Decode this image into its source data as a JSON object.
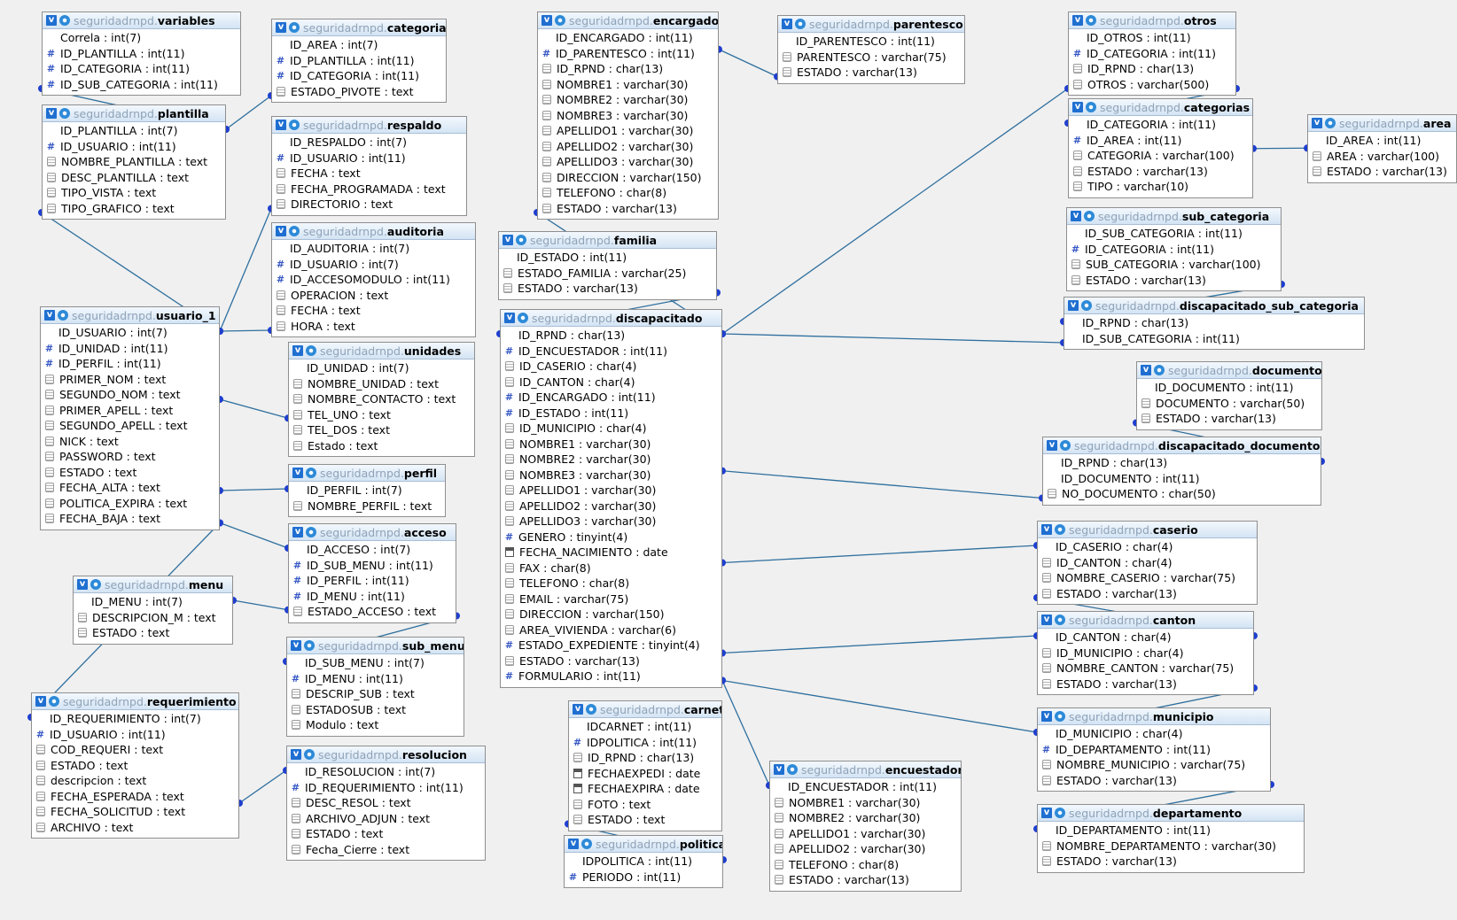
{
  "schema": "seguridadrnpd",
  "tables": [
    {
      "name": "variables",
      "fields": [
        {
          "icon": "pk",
          "text": "Correla : int(7)"
        },
        {
          "icon": "index",
          "text": "ID_PLANTILLA : int(11)"
        },
        {
          "icon": "index",
          "text": "ID_CATEGORIA : int(11)"
        },
        {
          "icon": "index",
          "text": "ID_SUB_CATEGORIA : int(11)"
        }
      ]
    },
    {
      "name": "plantilla",
      "fields": [
        {
          "icon": "pk",
          "text": "ID_PLANTILLA : int(7)"
        },
        {
          "icon": "index",
          "text": "ID_USUARIO : int(11)"
        },
        {
          "icon": "column",
          "text": "NOMBRE_PLANTILLA : text"
        },
        {
          "icon": "column",
          "text": "DESC_PLANTILLA : text"
        },
        {
          "icon": "column",
          "text": "TIPO_VISTA : text"
        },
        {
          "icon": "column",
          "text": "TIPO_GRAFICO : text"
        }
      ]
    },
    {
      "name": "categoria",
      "fields": [
        {
          "icon": "pk",
          "text": "ID_AREA : int(7)"
        },
        {
          "icon": "index",
          "text": "ID_PLANTILLA : int(11)"
        },
        {
          "icon": "index",
          "text": "ID_CATEGORIA : int(11)"
        },
        {
          "icon": "column",
          "text": "ESTADO_PIVOTE : text"
        }
      ]
    },
    {
      "name": "respaldo",
      "fields": [
        {
          "icon": "pk",
          "text": "ID_RESPALDO : int(7)"
        },
        {
          "icon": "index",
          "text": "ID_USUARIO : int(11)"
        },
        {
          "icon": "column",
          "text": "FECHA : text"
        },
        {
          "icon": "column",
          "text": "FECHA_PROGRAMADA : text"
        },
        {
          "icon": "column",
          "text": "DIRECTORIO : text"
        }
      ]
    },
    {
      "name": "auditoria",
      "fields": [
        {
          "icon": "pk",
          "text": "ID_AUDITORIA : int(7)"
        },
        {
          "icon": "index",
          "text": "ID_USUARIO : int(7)"
        },
        {
          "icon": "index",
          "text": "ID_ACCESOMODULO : int(11)"
        },
        {
          "icon": "column",
          "text": "OPERACION : text"
        },
        {
          "icon": "column",
          "text": "FECHA : text"
        },
        {
          "icon": "column",
          "text": "HORA : text"
        }
      ]
    },
    {
      "name": "usuario_1",
      "fields": [
        {
          "icon": "pk",
          "text": "ID_USUARIO : int(7)"
        },
        {
          "icon": "index",
          "text": "ID_UNIDAD : int(11)"
        },
        {
          "icon": "index",
          "text": "ID_PERFIL : int(11)"
        },
        {
          "icon": "column",
          "text": "PRIMER_NOM : text"
        },
        {
          "icon": "column",
          "text": "SEGUNDO_NOM : text"
        },
        {
          "icon": "column",
          "text": "PRIMER_APELL : text"
        },
        {
          "icon": "column",
          "text": "SEGUNDO_APELL : text"
        },
        {
          "icon": "column",
          "text": "NICK : text"
        },
        {
          "icon": "column",
          "text": "PASSWORD : text"
        },
        {
          "icon": "column",
          "text": "ESTADO : text"
        },
        {
          "icon": "column",
          "text": "FECHA_ALTA : text"
        },
        {
          "icon": "column",
          "text": "POLITICA_EXPIRA : text"
        },
        {
          "icon": "column",
          "text": "FECHA_BAJA : text"
        }
      ]
    },
    {
      "name": "unidades",
      "fields": [
        {
          "icon": "pk",
          "text": "ID_UNIDAD : int(7)"
        },
        {
          "icon": "column",
          "text": "NOMBRE_UNIDAD : text"
        },
        {
          "icon": "column",
          "text": "NOMBRE_CONTACTO : text"
        },
        {
          "icon": "column",
          "text": "TEL_UNO : text"
        },
        {
          "icon": "column",
          "text": "TEL_DOS : text"
        },
        {
          "icon": "column",
          "text": "Estado : text"
        }
      ]
    },
    {
      "name": "perfil",
      "fields": [
        {
          "icon": "pk",
          "text": "ID_PERFIL : int(7)"
        },
        {
          "icon": "column",
          "text": "NOMBRE_PERFIL : text"
        }
      ]
    },
    {
      "name": "acceso",
      "fields": [
        {
          "icon": "pk",
          "text": "ID_ACCESO : int(7)"
        },
        {
          "icon": "index",
          "text": "ID_SUB_MENU : int(11)"
        },
        {
          "icon": "index",
          "text": "ID_PERFIL : int(11)"
        },
        {
          "icon": "index",
          "text": "ID_MENU : int(11)"
        },
        {
          "icon": "column",
          "text": "ESTADO_ACCESO : text"
        }
      ]
    },
    {
      "name": "menu",
      "fields": [
        {
          "icon": "pk",
          "text": "ID_MENU : int(7)"
        },
        {
          "icon": "column",
          "text": "DESCRIPCION_M : text"
        },
        {
          "icon": "column",
          "text": "ESTADO : text"
        }
      ]
    },
    {
      "name": "sub_menu",
      "fields": [
        {
          "icon": "pk",
          "text": "ID_SUB_MENU : int(7)"
        },
        {
          "icon": "index",
          "text": "ID_MENU : int(11)"
        },
        {
          "icon": "column",
          "text": "DESCRIP_SUB : text"
        },
        {
          "icon": "column",
          "text": "ESTADOSUB : text"
        },
        {
          "icon": "column",
          "text": "Modulo : text"
        }
      ]
    },
    {
      "name": "requerimiento",
      "fields": [
        {
          "icon": "pk",
          "text": "ID_REQUERIMIENTO : int(7)"
        },
        {
          "icon": "index",
          "text": "ID_USUARIO : int(11)"
        },
        {
          "icon": "column",
          "text": "COD_REQUERI : text"
        },
        {
          "icon": "column",
          "text": "ESTADO : text"
        },
        {
          "icon": "column",
          "text": "descripcion : text"
        },
        {
          "icon": "column",
          "text": "FECHA_ESPERADA : text"
        },
        {
          "icon": "column",
          "text": "FECHA_SOLICITUD : text"
        },
        {
          "icon": "column",
          "text": "ARCHIVO : text"
        }
      ]
    },
    {
      "name": "resolucion",
      "fields": [
        {
          "icon": "pk",
          "text": "ID_RESOLUCION : int(7)"
        },
        {
          "icon": "index",
          "text": "ID_REQUERIMIENTO : int(11)"
        },
        {
          "icon": "column",
          "text": "DESC_RESOL : text"
        },
        {
          "icon": "column",
          "text": "ARCHIVO_ADJUN : text"
        },
        {
          "icon": "column",
          "text": "ESTADO : text"
        },
        {
          "icon": "column",
          "text": "Fecha_Cierre : text"
        }
      ]
    },
    {
      "name": "encargado",
      "fields": [
        {
          "icon": "pk",
          "text": "ID_ENCARGADO : int(11)"
        },
        {
          "icon": "index",
          "text": "ID_PARENTESCO : int(11)"
        },
        {
          "icon": "column",
          "text": "ID_RPND : char(13)"
        },
        {
          "icon": "column",
          "text": "NOMBRE1 : varchar(30)"
        },
        {
          "icon": "column",
          "text": "NOMBRE2 : varchar(30)"
        },
        {
          "icon": "column",
          "text": "NOMBRE3 : varchar(30)"
        },
        {
          "icon": "column",
          "text": "APELLIDO1 : varchar(30)"
        },
        {
          "icon": "column",
          "text": "APELLIDO2 : varchar(30)"
        },
        {
          "icon": "column",
          "text": "APELLIDO3 : varchar(30)"
        },
        {
          "icon": "column",
          "text": "DIRECCION : varchar(150)"
        },
        {
          "icon": "column",
          "text": "TELEFONO : char(8)"
        },
        {
          "icon": "column",
          "text": "ESTADO : varchar(13)"
        }
      ]
    },
    {
      "name": "familia",
      "fields": [
        {
          "icon": "pk",
          "text": "ID_ESTADO : int(11)"
        },
        {
          "icon": "column",
          "text": "ESTADO_FAMILIA : varchar(25)"
        },
        {
          "icon": "column",
          "text": "ESTADO : varchar(13)"
        }
      ]
    },
    {
      "name": "discapacitado",
      "fields": [
        {
          "icon": "pk",
          "text": "ID_RPND : char(13)"
        },
        {
          "icon": "index",
          "text": "ID_ENCUESTADOR : int(11)"
        },
        {
          "icon": "column",
          "text": "ID_CASERIO : char(4)"
        },
        {
          "icon": "column",
          "text": "ID_CANTON : char(4)"
        },
        {
          "icon": "index",
          "text": "ID_ENCARGADO : int(11)"
        },
        {
          "icon": "index",
          "text": "ID_ESTADO : int(11)"
        },
        {
          "icon": "column",
          "text": "ID_MUNICIPIO : char(4)"
        },
        {
          "icon": "column",
          "text": "NOMBRE1 : varchar(30)"
        },
        {
          "icon": "column",
          "text": "NOMBRE2 : varchar(30)"
        },
        {
          "icon": "column",
          "text": "NOMBRE3 : varchar(30)"
        },
        {
          "icon": "column",
          "text": "APELLIDO1 : varchar(30)"
        },
        {
          "icon": "column",
          "text": "APELLIDO2 : varchar(30)"
        },
        {
          "icon": "column",
          "text": "APELLIDO3 : varchar(30)"
        },
        {
          "icon": "index",
          "text": "GENERO : tinyint(4)"
        },
        {
          "icon": "date",
          "text": "FECHA_NACIMIENTO : date"
        },
        {
          "icon": "column",
          "text": "FAX : char(8)"
        },
        {
          "icon": "column",
          "text": "TELEFONO : char(8)"
        },
        {
          "icon": "column",
          "text": "EMAIL : varchar(75)"
        },
        {
          "icon": "column",
          "text": "DIRECCION : varchar(150)"
        },
        {
          "icon": "column",
          "text": "AREA_VIVIENDA : varchar(6)"
        },
        {
          "icon": "index",
          "text": "ESTADO_EXPEDIENTE : tinyint(4)"
        },
        {
          "icon": "column",
          "text": "ESTADO : varchar(13)"
        },
        {
          "icon": "index",
          "text": "FORMULARIO : int(11)"
        }
      ]
    },
    {
      "name": "carnet",
      "fields": [
        {
          "icon": "pk",
          "text": "IDCARNET : int(11)"
        },
        {
          "icon": "index",
          "text": "IDPOLITICA : int(11)"
        },
        {
          "icon": "column",
          "text": "ID_RPND : char(13)"
        },
        {
          "icon": "date",
          "text": "FECHAEXPEDI : date"
        },
        {
          "icon": "date",
          "text": "FECHAEXPIRA : date"
        },
        {
          "icon": "column",
          "text": "FOTO : text"
        },
        {
          "icon": "column",
          "text": "ESTADO : text"
        }
      ]
    },
    {
      "name": "politica",
      "fields": [
        {
          "icon": "pk",
          "text": "IDPOLITICA : int(11)"
        },
        {
          "icon": "index",
          "text": "PERIODO : int(11)"
        }
      ]
    },
    {
      "name": "parentesco",
      "fields": [
        {
          "icon": "pk",
          "text": "ID_PARENTESCO : int(11)"
        },
        {
          "icon": "column",
          "text": "PARENTESCO : varchar(75)"
        },
        {
          "icon": "column",
          "text": "ESTADO : varchar(13)"
        }
      ]
    },
    {
      "name": "encuestador",
      "fields": [
        {
          "icon": "pk",
          "text": "ID_ENCUESTADOR : int(11)"
        },
        {
          "icon": "column",
          "text": "NOMBRE1 : varchar(30)"
        },
        {
          "icon": "column",
          "text": "NOMBRE2 : varchar(30)"
        },
        {
          "icon": "column",
          "text": "APELLIDO1 : varchar(30)"
        },
        {
          "icon": "column",
          "text": "APELLIDO2 : varchar(30)"
        },
        {
          "icon": "column",
          "text": "TELEFONO : char(8)"
        },
        {
          "icon": "column",
          "text": "ESTADO : varchar(13)"
        }
      ]
    },
    {
      "name": "otros",
      "fields": [
        {
          "icon": "pk",
          "text": "ID_OTROS : int(11)"
        },
        {
          "icon": "index",
          "text": "ID_CATEGORIA : int(11)"
        },
        {
          "icon": "column",
          "text": "ID_RPND : char(13)"
        },
        {
          "icon": "column",
          "text": "OTROS : varchar(500)"
        }
      ]
    },
    {
      "name": "categorias",
      "fields": [
        {
          "icon": "pk",
          "text": "ID_CATEGORIA : int(11)"
        },
        {
          "icon": "index",
          "text": "ID_AREA : int(11)"
        },
        {
          "icon": "column",
          "text": "CATEGORIA : varchar(100)"
        },
        {
          "icon": "column",
          "text": "ESTADO : varchar(13)"
        },
        {
          "icon": "column",
          "text": "TIPO : varchar(10)"
        }
      ]
    },
    {
      "name": "area",
      "fields": [
        {
          "icon": "pk",
          "text": "ID_AREA : int(11)"
        },
        {
          "icon": "column",
          "text": "AREA : varchar(100)"
        },
        {
          "icon": "column",
          "text": "ESTADO : varchar(13)"
        }
      ]
    },
    {
      "name": "sub_categoria",
      "fields": [
        {
          "icon": "pk",
          "text": "ID_SUB_CATEGORIA : int(11)"
        },
        {
          "icon": "index",
          "text": "ID_CATEGORIA : int(11)"
        },
        {
          "icon": "column",
          "text": "SUB_CATEGORIA : varchar(100)"
        },
        {
          "icon": "column",
          "text": "ESTADO : varchar(13)"
        }
      ]
    },
    {
      "name": "discapacitado_sub_categoria",
      "fields": [
        {
          "icon": "pk",
          "text": "ID_RPND : char(13)"
        },
        {
          "icon": "pk",
          "text": "ID_SUB_CATEGORIA : int(11)"
        }
      ]
    },
    {
      "name": "documento",
      "fields": [
        {
          "icon": "pk",
          "text": "ID_DOCUMENTO : int(11)"
        },
        {
          "icon": "column",
          "text": "DOCUMENTO : varchar(50)"
        },
        {
          "icon": "column",
          "text": "ESTADO : varchar(13)"
        }
      ]
    },
    {
      "name": "discapacitado_documento",
      "fields": [
        {
          "icon": "pk",
          "text": "ID_RPND : char(13)"
        },
        {
          "icon": "pk",
          "text": "ID_DOCUMENTO : int(11)"
        },
        {
          "icon": "column",
          "text": "NO_DOCUMENTO : char(50)"
        }
      ]
    },
    {
      "name": "caserio",
      "fields": [
        {
          "icon": "pk",
          "text": "ID_CASERIO : char(4)"
        },
        {
          "icon": "column",
          "text": "ID_CANTON : char(4)"
        },
        {
          "icon": "column",
          "text": "NOMBRE_CASERIO : varchar(75)"
        },
        {
          "icon": "column",
          "text": "ESTADO : varchar(13)"
        }
      ]
    },
    {
      "name": "canton",
      "fields": [
        {
          "icon": "pk",
          "text": "ID_CANTON : char(4)"
        },
        {
          "icon": "column",
          "text": "ID_MUNICIPIO : char(4)"
        },
        {
          "icon": "column",
          "text": "NOMBRE_CANTON : varchar(75)"
        },
        {
          "icon": "column",
          "text": "ESTADO : varchar(13)"
        }
      ]
    },
    {
      "name": "municipio",
      "fields": [
        {
          "icon": "pk",
          "text": "ID_MUNICIPIO : char(4)"
        },
        {
          "icon": "index",
          "text": "ID_DEPARTAMENTO : int(11)"
        },
        {
          "icon": "column",
          "text": "NOMBRE_MUNICIPIO : varchar(75)"
        },
        {
          "icon": "column",
          "text": "ESTADO : varchar(13)"
        }
      ]
    },
    {
      "name": "departamento",
      "fields": [
        {
          "icon": "pk",
          "text": "ID_DEPARTAMENTO : int(11)"
        },
        {
          "icon": "column",
          "text": "NOMBRE_DEPARTAMENTO : varchar(30)"
        },
        {
          "icon": "column",
          "text": "ESTADO : varchar(13)"
        }
      ]
    }
  ],
  "relations": [
    [
      "variables",
      "plantilla"
    ],
    [
      "plantilla",
      "categoria"
    ],
    [
      "plantilla",
      "usuario_1"
    ],
    [
      "usuario_1",
      "respaldo"
    ],
    [
      "usuario_1",
      "auditoria"
    ],
    [
      "usuario_1",
      "unidades"
    ],
    [
      "usuario_1",
      "perfil"
    ],
    [
      "usuario_1",
      "acceso"
    ],
    [
      "usuario_1",
      "requerimiento"
    ],
    [
      "menu",
      "acceso"
    ],
    [
      "sub_menu",
      "acceso"
    ],
    [
      "requerimiento",
      "resolucion"
    ],
    [
      "familia",
      "discapacitado"
    ],
    [
      "encargado",
      "parentesco"
    ],
    [
      "encargado",
      "discapacitado"
    ],
    [
      "discapacitado",
      "encuestador"
    ],
    [
      "carnet",
      "politica"
    ],
    [
      "discapacitado",
      "otros"
    ],
    [
      "discapacitado",
      "discapacitado_sub_categoria"
    ],
    [
      "discapacitado",
      "discapacitado_documento"
    ],
    [
      "discapacitado",
      "caserio"
    ],
    [
      "discapacitado",
      "canton"
    ],
    [
      "discapacitado",
      "municipio"
    ],
    [
      "categorias",
      "area"
    ],
    [
      "categorias",
      "otros"
    ],
    [
      "sub_categoria",
      "discapacitado_sub_categoria"
    ],
    [
      "documento",
      "discapacitado_documento"
    ],
    [
      "caserio",
      "canton"
    ],
    [
      "canton",
      "municipio"
    ],
    [
      "municipio",
      "departamento"
    ]
  ],
  "colors": {
    "relation_line": "#2e6f9e",
    "background": "#f0f0f0"
  }
}
